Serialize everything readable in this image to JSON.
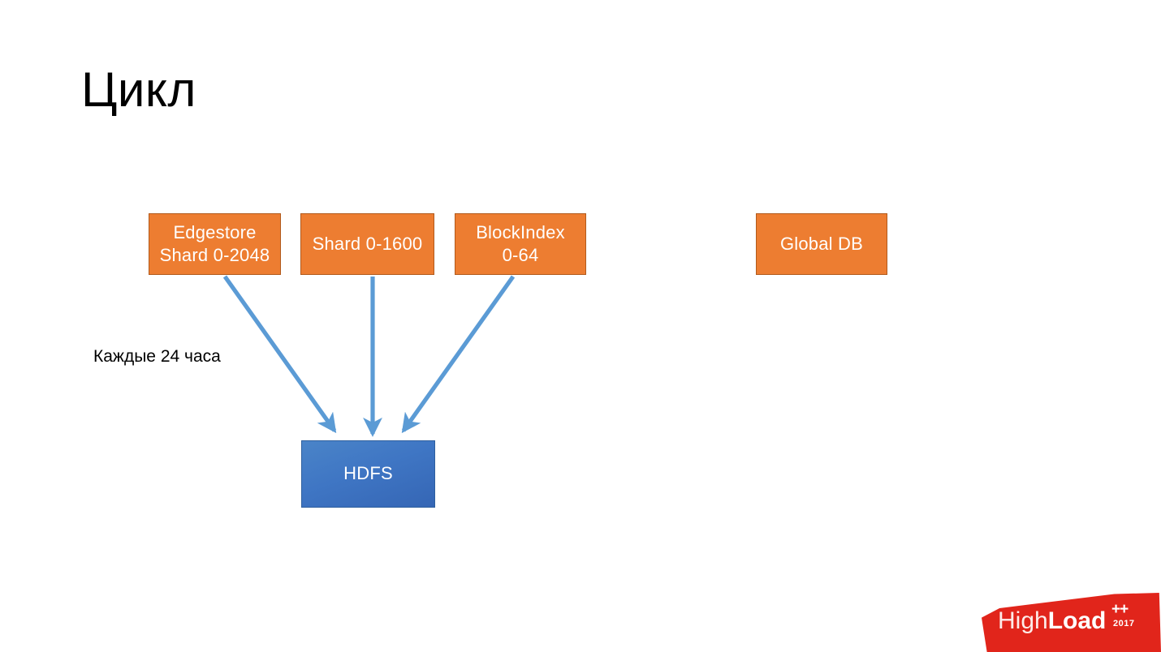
{
  "slide": {
    "title": "Цикл",
    "background_color": "#ffffff"
  },
  "colors": {
    "box_orange": "#ed7d31",
    "box_blue": "#3f76c4",
    "arrow_blue": "#5b9bd5",
    "logo_red": "#e1251b",
    "text_dark": "#000000",
    "text_light": "#ffffff"
  },
  "nodes": [
    {
      "id": "edgestore",
      "label": "Edgestore\nShard 0-2048",
      "color": "#ed7d31"
    },
    {
      "id": "shard",
      "label": "Shard 0-1600",
      "color": "#ed7d31"
    },
    {
      "id": "blockindex",
      "label": "BlockIndex\n0-64",
      "color": "#ed7d31"
    },
    {
      "id": "globaldb",
      "label": "Global DB",
      "color": "#ed7d31"
    },
    {
      "id": "hdfs",
      "label": "HDFS",
      "color": "#3f76c4"
    }
  ],
  "annotations": {
    "cycle_caption": "Каждые 24 часа"
  },
  "edges": [
    {
      "from": "edgestore",
      "to": "hdfs",
      "style": "arrow"
    },
    {
      "from": "shard",
      "to": "hdfs",
      "style": "arrow"
    },
    {
      "from": "blockindex",
      "to": "hdfs",
      "style": "arrow"
    }
  ],
  "logo": {
    "word_high": "High",
    "word_load": "Load",
    "plus": "++",
    "year": "2017"
  }
}
